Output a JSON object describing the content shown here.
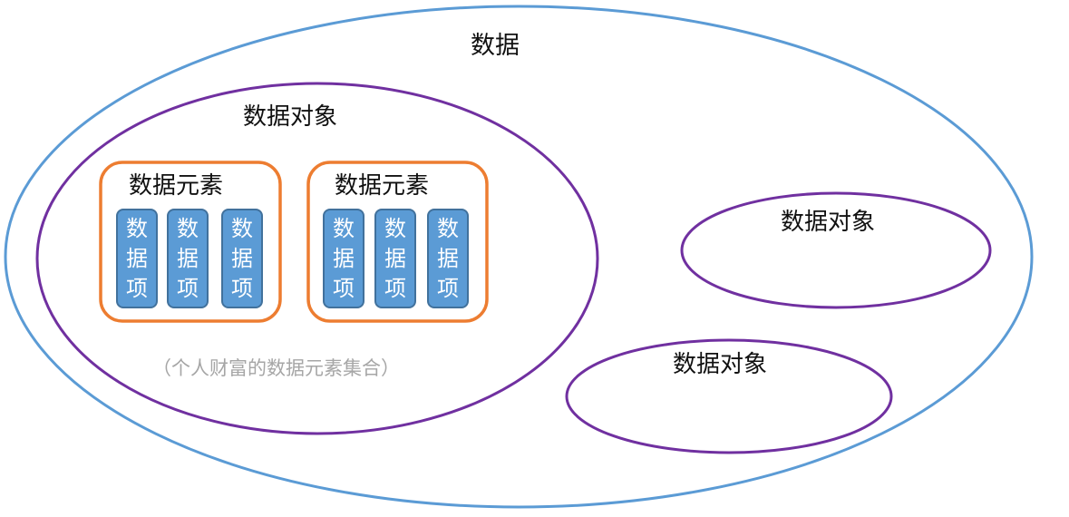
{
  "diagram": {
    "outer_label": "数据",
    "objects": [
      {
        "label": "数据对象"
      },
      {
        "label": "数据对象"
      },
      {
        "label": "数据对象"
      }
    ],
    "elements": [
      {
        "label": "数据元素"
      },
      {
        "label": "数据元素"
      }
    ],
    "item_label": "数据项",
    "item_chars": [
      "数",
      "据",
      "项"
    ],
    "note": "（个人财富的数据元素集合）",
    "colors": {
      "outer_ellipse": "#5b9bd5",
      "object_ellipse": "#7030a0",
      "element_box": "#ed7d31",
      "item_fill": "#5b9bd5"
    }
  }
}
